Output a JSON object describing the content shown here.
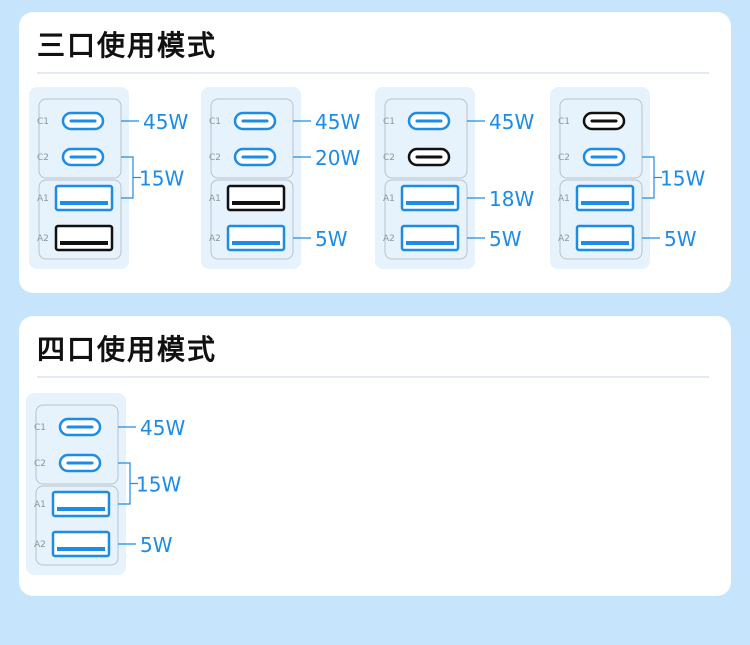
{
  "colors": {
    "page_background": "#c6e4fb",
    "card_background": "#ffffff",
    "panel_background": "#e6f2fc",
    "accent_blue": "#1c8ce6",
    "active_port_black": "#111111",
    "bracket_gray": "#b8c3cc"
  },
  "three_port": {
    "title": "三口使用模式",
    "configs": [
      {
        "ports": [
          {
            "label": "C1",
            "type": "usb-c",
            "active": true
          },
          {
            "label": "C2",
            "type": "usb-c",
            "active": true
          },
          {
            "label": "A1",
            "type": "usb-a",
            "active": true
          },
          {
            "label": "A2",
            "type": "usb-a",
            "active": false
          }
        ],
        "outputs": [
          {
            "value": "45W",
            "ports": [
              "C1"
            ]
          },
          {
            "value": "15W",
            "ports": [
              "C2",
              "A1"
            ]
          }
        ]
      },
      {
        "ports": [
          {
            "label": "C1",
            "type": "usb-c",
            "active": true
          },
          {
            "label": "C2",
            "type": "usb-c",
            "active": true
          },
          {
            "label": "A1",
            "type": "usb-a",
            "active": false
          },
          {
            "label": "A2",
            "type": "usb-a",
            "active": true
          }
        ],
        "outputs": [
          {
            "value": "45W",
            "ports": [
              "C1"
            ]
          },
          {
            "value": "20W",
            "ports": [
              "C2"
            ]
          },
          {
            "value": "5W",
            "ports": [
              "A2"
            ]
          }
        ]
      },
      {
        "ports": [
          {
            "label": "C1",
            "type": "usb-c",
            "active": true
          },
          {
            "label": "C2",
            "type": "usb-c",
            "active": false
          },
          {
            "label": "A1",
            "type": "usb-a",
            "active": true
          },
          {
            "label": "A2",
            "type": "usb-a",
            "active": true
          }
        ],
        "outputs": [
          {
            "value": "45W",
            "ports": [
              "C1"
            ]
          },
          {
            "value": "18W",
            "ports": [
              "A1"
            ]
          },
          {
            "value": "5W",
            "ports": [
              "A2"
            ]
          }
        ]
      },
      {
        "ports": [
          {
            "label": "C1",
            "type": "usb-c",
            "active": false
          },
          {
            "label": "C2",
            "type": "usb-c",
            "active": true
          },
          {
            "label": "A1",
            "type": "usb-a",
            "active": true
          },
          {
            "label": "A2",
            "type": "usb-a",
            "active": true
          }
        ],
        "outputs": [
          {
            "value": "15W",
            "ports": [
              "C2",
              "A1"
            ]
          },
          {
            "value": "5W",
            "ports": [
              "A2"
            ]
          }
        ]
      }
    ]
  },
  "four_port": {
    "title": "四口使用模式",
    "configs": [
      {
        "ports": [
          {
            "label": "C1",
            "type": "usb-c",
            "active": true
          },
          {
            "label": "C2",
            "type": "usb-c",
            "active": true
          },
          {
            "label": "A1",
            "type": "usb-a",
            "active": true
          },
          {
            "label": "A2",
            "type": "usb-a",
            "active": true
          }
        ],
        "outputs": [
          {
            "value": "45W",
            "ports": [
              "C1"
            ]
          },
          {
            "value": "15W",
            "ports": [
              "C2",
              "A1"
            ]
          },
          {
            "value": "5W",
            "ports": [
              "A2"
            ]
          }
        ]
      }
    ]
  }
}
